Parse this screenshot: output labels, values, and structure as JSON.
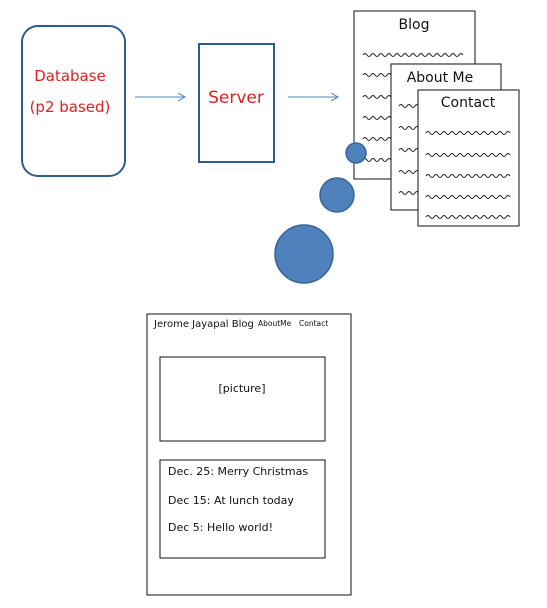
{
  "database": {
    "line1": "Database",
    "line2": "(p2 based)"
  },
  "server": {
    "label": "Server"
  },
  "pages": [
    {
      "title": "Blog"
    },
    {
      "title": "About Me"
    },
    {
      "title": "Contact"
    }
  ],
  "mockup": {
    "blog_title": "Jerome Jayapal Blog",
    "nav": [
      "AboutMe",
      "Contact"
    ],
    "picture_placeholder": "[picture]",
    "posts": [
      "Dec. 25: Merry Christmas",
      "Dec 15: At lunch today",
      "Dec 5: Hello world!"
    ]
  },
  "colors": {
    "box_stroke": "#2e5c8f",
    "label_red": "#e02020",
    "arrow": "#4f81bd",
    "bubble_fill": "#4f81bd",
    "bubble_stroke": "#3a6494"
  }
}
